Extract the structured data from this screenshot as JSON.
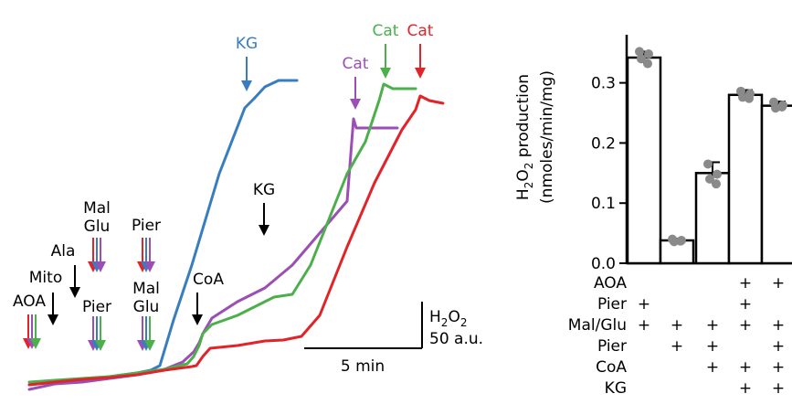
{
  "colors": {
    "blue": "#3a7dbf",
    "green": "#4caf4c",
    "purple": "#9b4fb5",
    "red": "#e0242a",
    "black": "#000000",
    "gray": "#8a8a8a"
  },
  "chart_data": [
    {
      "type": "line",
      "xlabel": "",
      "ylabel": "",
      "grid": false,
      "scalebar": {
        "y_label_line1": "H",
        "y_label_sub": "2",
        "y_label_mid": "O",
        "y_label_sub2": "2",
        "y_label_line2": "50 a.u.",
        "x_label": "5 min"
      },
      "series": [
        {
          "color": "blue",
          "points": [
            [
              32,
              421
            ],
            [
              60,
              418
            ],
            [
              90,
              416
            ],
            [
              120,
              412
            ],
            [
              150,
              408
            ],
            [
              165,
              405
            ],
            [
              175,
              400
            ],
            [
              190,
              350
            ],
            [
              210,
              290
            ],
            [
              240,
              190
            ],
            [
              268,
              118
            ],
            [
              278,
              108
            ],
            [
              290,
              95
            ],
            [
              305,
              88
            ],
            [
              325,
              88
            ]
          ]
        },
        {
          "color": "purple",
          "points": [
            [
              32,
              426
            ],
            [
              60,
              420
            ],
            [
              90,
              418
            ],
            [
              120,
              414
            ],
            [
              150,
              410
            ],
            [
              180,
              404
            ],
            [
              200,
              396
            ],
            [
              212,
              385
            ],
            [
              218,
              375
            ],
            [
              222,
              365
            ],
            [
              232,
              348
            ],
            [
              260,
              330
            ],
            [
              290,
              315
            ],
            [
              320,
              290
            ],
            [
              350,
              255
            ],
            [
              380,
              220
            ],
            [
              387,
              130
            ],
            [
              390,
              140
            ],
            [
              400,
              140
            ],
            [
              420,
              140
            ],
            [
              435,
              140
            ]
          ]
        },
        {
          "color": "green",
          "points": [
            [
              32,
              418
            ],
            [
              60,
              416
            ],
            [
              90,
              414
            ],
            [
              120,
              412
            ],
            [
              150,
              408
            ],
            [
              180,
              404
            ],
            [
              205,
              398
            ],
            [
              212,
              390
            ],
            [
              218,
              378
            ],
            [
              222,
              365
            ],
            [
              232,
              355
            ],
            [
              260,
              345
            ],
            [
              290,
              330
            ],
            [
              300,
              325
            ],
            [
              320,
              322
            ],
            [
              340,
              290
            ],
            [
              360,
              240
            ],
            [
              380,
              190
            ],
            [
              400,
              155
            ],
            [
              415,
              110
            ],
            [
              420,
              92
            ],
            [
              430,
              97
            ],
            [
              445,
              97
            ],
            [
              455,
              97
            ]
          ]
        },
        {
          "color": "red",
          "points": [
            [
              32,
              421
            ],
            [
              60,
              418
            ],
            [
              90,
              415
            ],
            [
              120,
              413
            ],
            [
              150,
              410
            ],
            [
              180,
              405
            ],
            [
              210,
              401
            ],
            [
              215,
              400
            ],
            [
              222,
              390
            ],
            [
              230,
              381
            ],
            [
              260,
              378
            ],
            [
              290,
              373
            ],
            [
              310,
              372
            ],
            [
              330,
              368
            ],
            [
              350,
              345
            ],
            [
              380,
              270
            ],
            [
              410,
              200
            ],
            [
              440,
              142
            ],
            [
              455,
              120
            ],
            [
              460,
              105
            ],
            [
              470,
              110
            ],
            [
              480,
              112
            ],
            [
              485,
              113
            ]
          ]
        }
      ],
      "annotations": [
        {
          "text": "KG",
          "color": "blue"
        },
        {
          "text": "Cat",
          "color": "purple"
        },
        {
          "text": "Cat",
          "color": "green"
        },
        {
          "text": "Cat",
          "color": "red"
        },
        {
          "text": "KG",
          "color": "black"
        },
        {
          "text": "CoA",
          "color": "black"
        },
        {
          "text": "AOA",
          "color": "black"
        },
        {
          "text": "Mito",
          "color": "black"
        },
        {
          "text": "Ala",
          "color": "black"
        },
        {
          "text": "Mal",
          "color": "black"
        },
        {
          "text": "Glu",
          "color": "black"
        },
        {
          "text": "Pier",
          "color": "black"
        },
        {
          "text": "Pier",
          "color": "black"
        },
        {
          "text": "Mal",
          "color": "black"
        },
        {
          "text": "Glu",
          "color": "black"
        }
      ]
    },
    {
      "type": "bar",
      "ylabel_line1": "H",
      "ylabel_sub1": "2",
      "ylabel_mid": "O",
      "ylabel_sub2": "2",
      "ylabel_rest": " production",
      "ylabel_line2": "(nmoles/min/mg)",
      "ylim": [
        0,
        0.38
      ],
      "yticks": [
        "0.0",
        "0.1",
        "0.2",
        "0.3"
      ],
      "ytick_values": [
        0.0,
        0.1,
        0.2,
        0.3
      ],
      "values": [
        0.342,
        0.038,
        0.15,
        0.28,
        0.262
      ],
      "errors": [
        0.01,
        0.003,
        0.018,
        0.008,
        0.007
      ],
      "points": [
        [
          0.352,
          0.348,
          0.34,
          0.332
        ],
        [
          0.04,
          0.038,
          0.036,
          0.037
        ],
        [
          0.165,
          0.148,
          0.14,
          0.132
        ],
        [
          0.286,
          0.282,
          0.276,
          0.274
        ],
        [
          0.268,
          0.263,
          0.258,
          0.26
        ]
      ],
      "condition_rows": [
        {
          "label": "AOA",
          "marks": [
            "",
            "",
            "",
            "+",
            "+"
          ]
        },
        {
          "label": "Pier",
          "marks": [
            "+",
            "",
            "",
            "+",
            ""
          ]
        },
        {
          "label": "Mal/Glu",
          "marks": [
            "+",
            "+",
            "+",
            "+",
            "+"
          ]
        },
        {
          "label": "Pier",
          "marks": [
            "",
            "+",
            "+",
            "",
            "+"
          ]
        },
        {
          "label": "CoA",
          "marks": [
            "",
            "",
            "+",
            "+",
            "+"
          ]
        },
        {
          "label": "KG",
          "marks": [
            "",
            "",
            "",
            "+",
            "+"
          ]
        }
      ]
    }
  ]
}
